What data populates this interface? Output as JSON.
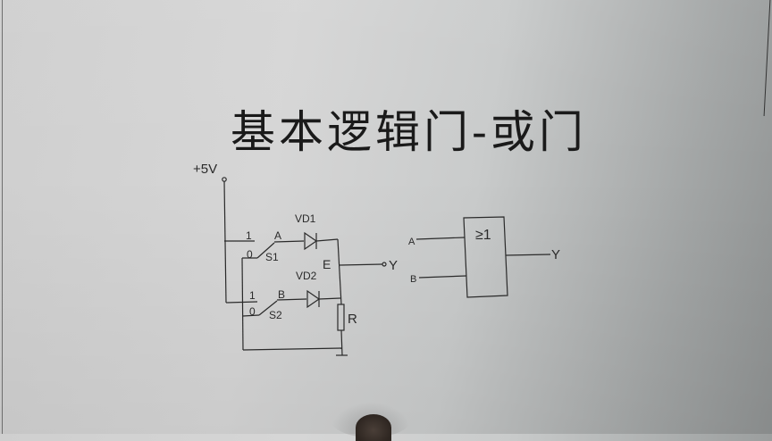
{
  "title": "基本逻辑门-或门",
  "circuit": {
    "supply_label": "+5V",
    "switch1": {
      "label": "S1",
      "pos1": "1",
      "pos0": "0",
      "node": "A"
    },
    "switch2": {
      "label": "S2",
      "pos1": "1",
      "pos0": "0",
      "node": "B"
    },
    "diode1": "VD1",
    "diode2": "VD2",
    "node_e": "E",
    "output": "Y",
    "resistor": "R"
  },
  "gate_symbol": {
    "symbol": "≥1",
    "input_a": "A",
    "input_b": "B",
    "output": "Y"
  },
  "colors": {
    "ink": "#2a2a2a",
    "paper": "#d4d4d4"
  }
}
